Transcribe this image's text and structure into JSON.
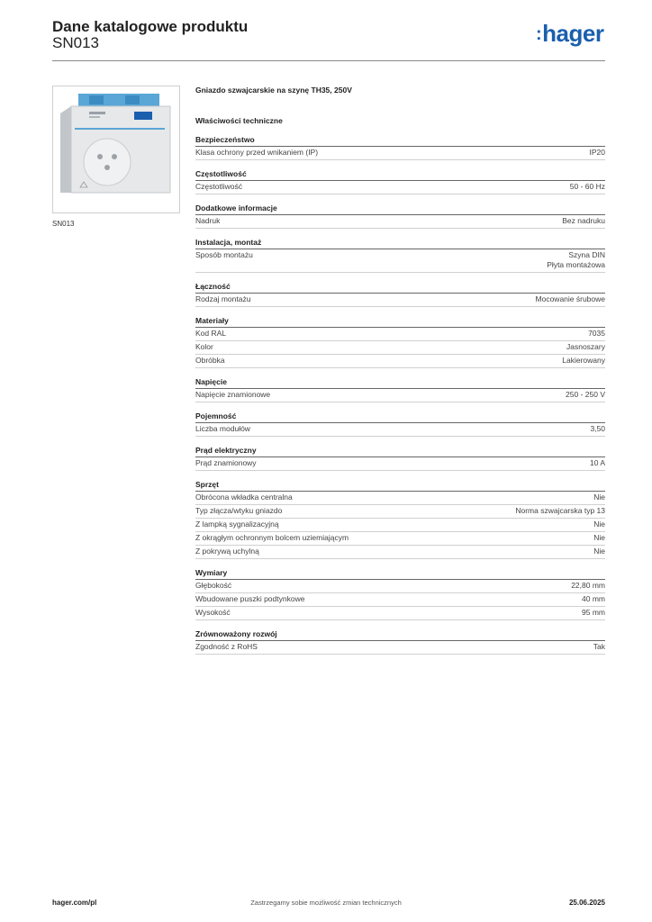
{
  "header": {
    "title": "Dane katalogowe produktu",
    "code": "SN013",
    "logo": "hager",
    "logo_color": "#1a5fae"
  },
  "image": {
    "caption": "SN013",
    "icon": "swiss-socket-device-image"
  },
  "product_desc": "Gniazdo szwajcarskie na szynę TH35, 250V",
  "tech_title": "Właściwości techniczne",
  "sections": [
    {
      "title": "Bezpieczeństwo",
      "rows": [
        {
          "label": "Klasa ochrony przed wnikaniem (IP)",
          "value": "IP20"
        }
      ]
    },
    {
      "title": "Częstotliwość",
      "rows": [
        {
          "label": "Częstotliwość",
          "value": "50 - 60 Hz"
        }
      ]
    },
    {
      "title": "Dodatkowe informacje",
      "rows": [
        {
          "label": "Nadruk",
          "value": "Bez nadruku"
        }
      ]
    },
    {
      "title": "Instalacja, montaż",
      "rows": [
        {
          "label": "Sposób montażu",
          "value": "Szyna DIN\nPłyta montażowa"
        }
      ]
    },
    {
      "title": "Łączność",
      "rows": [
        {
          "label": "Rodzaj montażu",
          "value": "Mocowanie śrubowe"
        }
      ]
    },
    {
      "title": "Materiały",
      "rows": [
        {
          "label": "Kod RAL",
          "value": "7035"
        },
        {
          "label": "Kolor",
          "value": "Jasnoszary"
        },
        {
          "label": "Obróbka",
          "value": "Lakierowany"
        }
      ]
    },
    {
      "title": "Napięcie",
      "rows": [
        {
          "label": "Napięcie znamionowe",
          "value": "250 - 250 V"
        }
      ]
    },
    {
      "title": "Pojemność",
      "rows": [
        {
          "label": "Liczba modułów",
          "value": "3,50"
        }
      ]
    },
    {
      "title": "Prąd elektryczny",
      "rows": [
        {
          "label": "Prąd znamionowy",
          "value": "10 A"
        }
      ]
    },
    {
      "title": "Sprzęt",
      "rows": [
        {
          "label": "Obrócona wkładka centralna",
          "value": "Nie"
        },
        {
          "label": "Typ złącza/wtyku gniazdo",
          "value": "Norma szwajcarska typ 13"
        },
        {
          "label": "Z lampką sygnalizacyjną",
          "value": "Nie"
        },
        {
          "label": "Z okrągłym ochronnym bolcem uziemiającym",
          "value": "Nie"
        },
        {
          "label": "Z pokrywą uchylną",
          "value": "Nie"
        }
      ]
    },
    {
      "title": "Wymiary",
      "rows": [
        {
          "label": "Głębokość",
          "value": "22,80 mm"
        },
        {
          "label": "Wbudowane puszki podtynkowe",
          "value": "40 mm"
        },
        {
          "label": "Wysokość",
          "value": "95 mm"
        }
      ]
    },
    {
      "title": "Zrównoważony rozwój",
      "rows": [
        {
          "label": "Zgodność z RoHS",
          "value": "Tak"
        }
      ]
    }
  ],
  "footer": {
    "website": "hager.com/pl",
    "notice": "Zastrzegamy sobie możliwość zmian technicznych",
    "date": "25.06.2025"
  }
}
